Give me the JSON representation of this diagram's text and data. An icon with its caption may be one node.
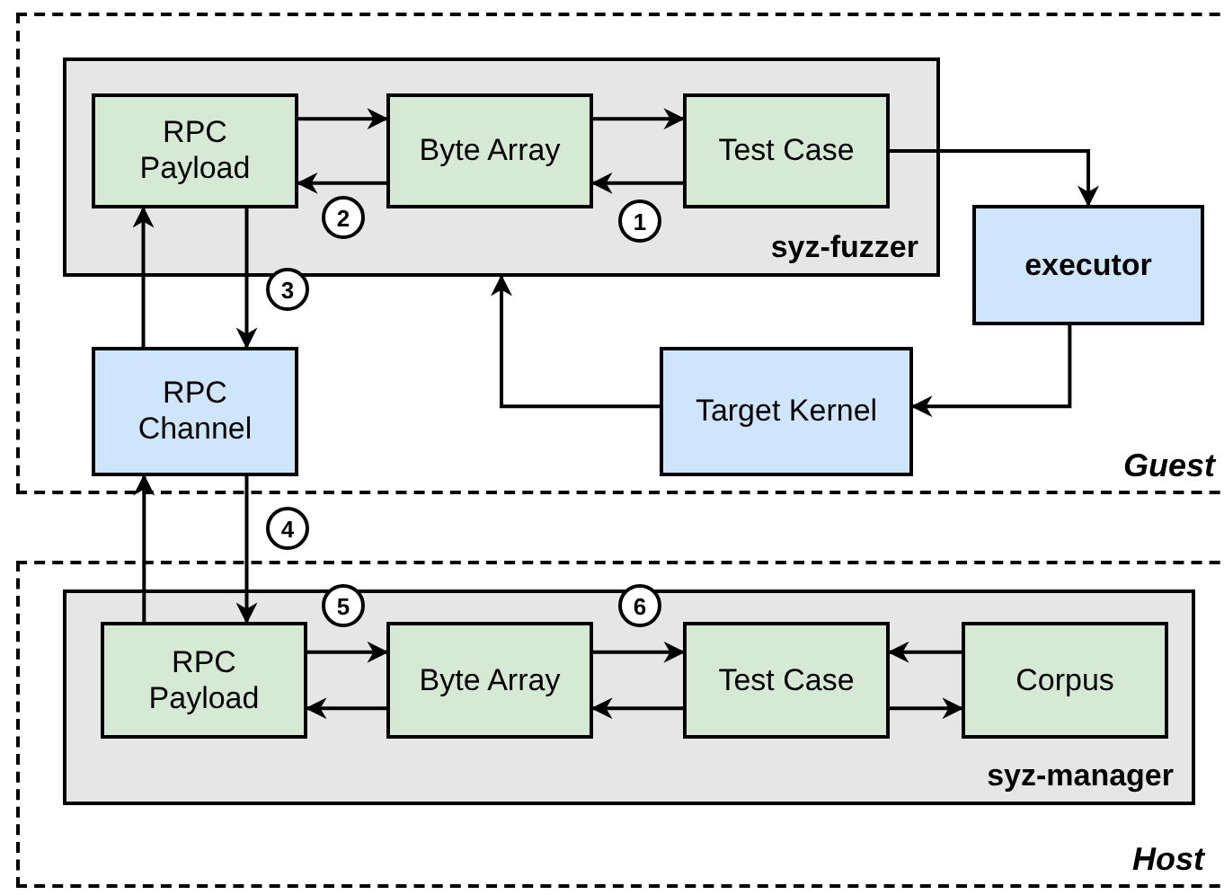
{
  "diagram": {
    "nodes": [
      {
        "text": [
          "Guest"
        ]
      },
      {
        "text": [
          "syz-fuzzer"
        ],
        "in": 0
      },
      {
        "text": [
          "RPC Payload"
        ],
        "in": 1
      },
      {
        "text": [
          "Byte Array"
        ],
        "in": 1
      },
      {
        "text": [
          "Test Case"
        ],
        "in": 1
      },
      {
        "text": [
          "executor"
        ],
        "in": 0
      },
      {
        "text": [
          "RPC Channel"
        ],
        "in": 0
      },
      {
        "text": [
          "Target Kernel"
        ],
        "in": 0
      },
      {
        "text": [
          "Host"
        ]
      },
      {
        "text": [
          "syz-manager"
        ],
        "in": 8
      },
      {
        "text": [
          "RPC Payload"
        ],
        "in": 9
      },
      {
        "text": [
          "Byte Array"
        ],
        "in": 9
      },
      {
        "text": [
          "Test Case"
        ],
        "in": 9
      },
      {
        "text": [
          "Corpus"
        ],
        "in": 9
      }
    ],
    "edges": [
      {
        "from": 2,
        "to": 3,
        "arrow": "to"
      },
      {
        "from": 3,
        "to": 2,
        "arrow": "to"
      },
      {
        "from": 3,
        "to": 4,
        "arrow": "to"
      },
      {
        "from": 4,
        "to": 3,
        "arrow": "to"
      },
      {
        "from": 4,
        "to": 5,
        "arrow": "to"
      },
      {
        "from": 5,
        "to": 7,
        "arrow": "to"
      },
      {
        "from": 7,
        "to": 1,
        "arrow": "to"
      },
      {
        "from": 6,
        "to": 2,
        "arrow": "to"
      },
      {
        "from": 2,
        "to": 6,
        "arrow": "to"
      },
      {
        "from": 6,
        "to": 10,
        "arrow": "to"
      },
      {
        "from": 10,
        "to": 6,
        "arrow": "to"
      },
      {
        "from": 10,
        "to": 11,
        "arrow": "to"
      },
      {
        "from": 11,
        "to": 10,
        "arrow": "to"
      },
      {
        "from": 11,
        "to": 12,
        "arrow": "to"
      },
      {
        "from": 12,
        "to": 11,
        "arrow": "to"
      },
      {
        "from": 13,
        "to": 12,
        "arrow": "to"
      },
      {
        "from": 12,
        "to": 13,
        "arrow": "to"
      }
    ],
    "labels": [
      "2",
      "1",
      "3",
      "4",
      "5",
      "6"
    ]
  }
}
